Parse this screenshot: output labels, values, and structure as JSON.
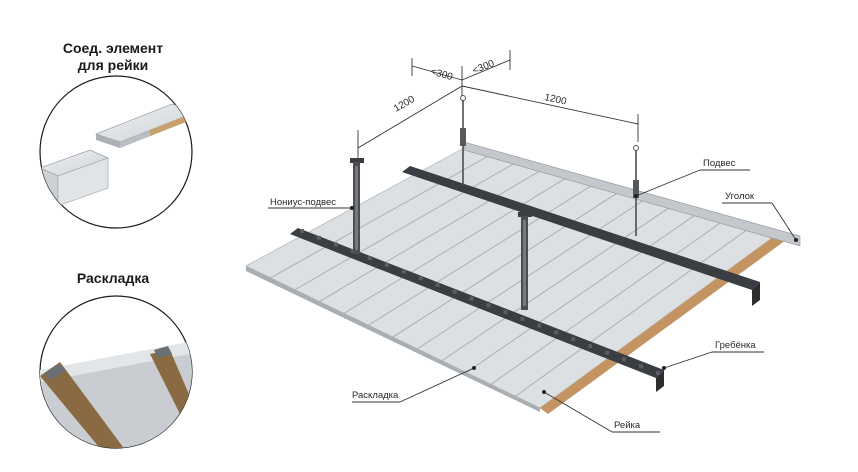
{
  "insets": {
    "connector": {
      "title_line1": "Соед. элемент",
      "title_line2": "для рейки"
    },
    "layout": {
      "title": "Раскладка"
    }
  },
  "dimensions": {
    "left_short": "<300",
    "right_short": "<300",
    "left_span": "1200",
    "right_span": "1200"
  },
  "callouts": {
    "vernier_hanger": "Нониус-подвес",
    "hanger": "Подвес",
    "angle": "Уголок",
    "stringer": "Гребёнка",
    "layout_strip": "Раскладка",
    "panel": "Рейка"
  },
  "colors": {
    "panel": "#d9dcdf",
    "panel_edge": "#b7bcc0",
    "rail": "#3c3f43",
    "wood": "#b78a55",
    "line": "#333333"
  }
}
